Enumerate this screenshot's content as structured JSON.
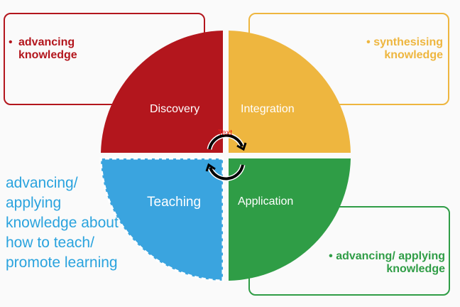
{
  "colors": {
    "discovery": "#b3161d",
    "integration": "#eeb63f",
    "teaching": "#3aa4df",
    "application": "#2f9d46"
  },
  "quadrants": {
    "discovery": "Discovery",
    "integration": "Integration",
    "teaching": "Teaching",
    "application": "Application"
  },
  "boxes": {
    "discovery": "advancing knowledge",
    "integration": "synthesising knowledge",
    "application": "advancing/ applying knowledge"
  },
  "teaching_note": "advancing/ applying knowledge about how to teach/ promote learning",
  "center_text": "Text",
  "icons": {
    "cycle": "circular-arrows-icon"
  }
}
